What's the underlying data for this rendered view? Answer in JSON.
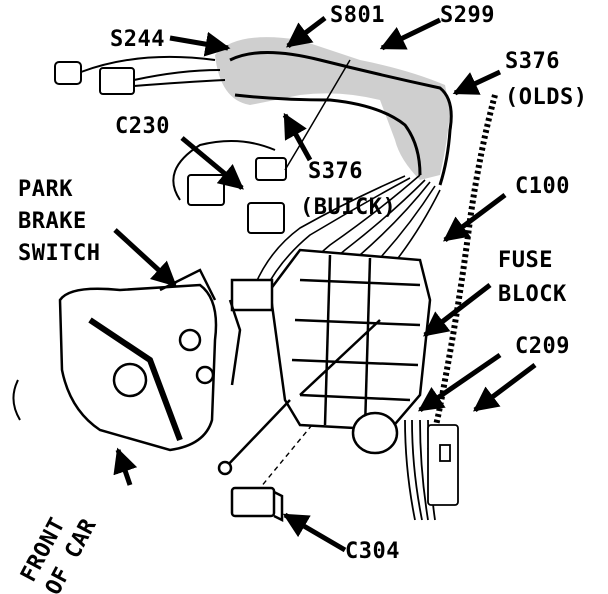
{
  "labels": {
    "s244": "S244",
    "s801": "S801",
    "s299": "S299",
    "s376_olds": "S376",
    "olds": "(OLDS)",
    "c230": "C230",
    "s376_buick": "S376",
    "buick": "(BUICK)",
    "c100": "C100",
    "park_brake_switch": [
      "PARK",
      "BRAKE",
      "SWITCH"
    ],
    "fuse_block": [
      "FUSE",
      "BLOCK"
    ],
    "c209": "C209",
    "front_of_car": [
      "FRONT",
      "OF CAR"
    ],
    "c304": "C304"
  },
  "colors": {
    "ink": "#000000",
    "harness_shading": "#cfcfcf",
    "background": "#ffffff"
  }
}
